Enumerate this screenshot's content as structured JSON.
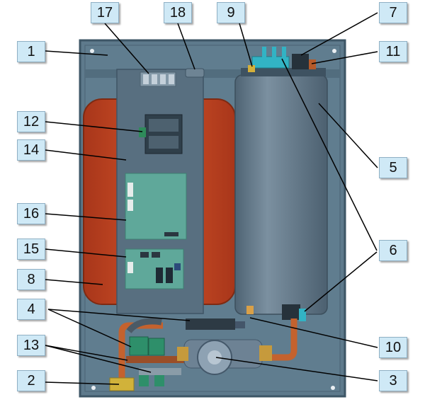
{
  "callouts": {
    "c1": "1",
    "c2": "2",
    "c3": "3",
    "c4": "4",
    "c5": "5",
    "c6": "6",
    "c7": "7",
    "c8": "8",
    "c9": "9",
    "c10": "10",
    "c11": "11",
    "c12": "12",
    "c13": "13",
    "c14": "14",
    "c15": "15",
    "c16": "16",
    "c17": "17",
    "c18": "18"
  },
  "colors": {
    "cabinet": "#5e7a8c",
    "cabinet_edge": "#3d5666",
    "expansion_tank": "#c4431c",
    "heater_cylinder": "#64798a",
    "control_panel": "#586f80",
    "boards": "#5fa89a",
    "callout_fill": "#cfe9f6",
    "leader_line": "#000000"
  }
}
